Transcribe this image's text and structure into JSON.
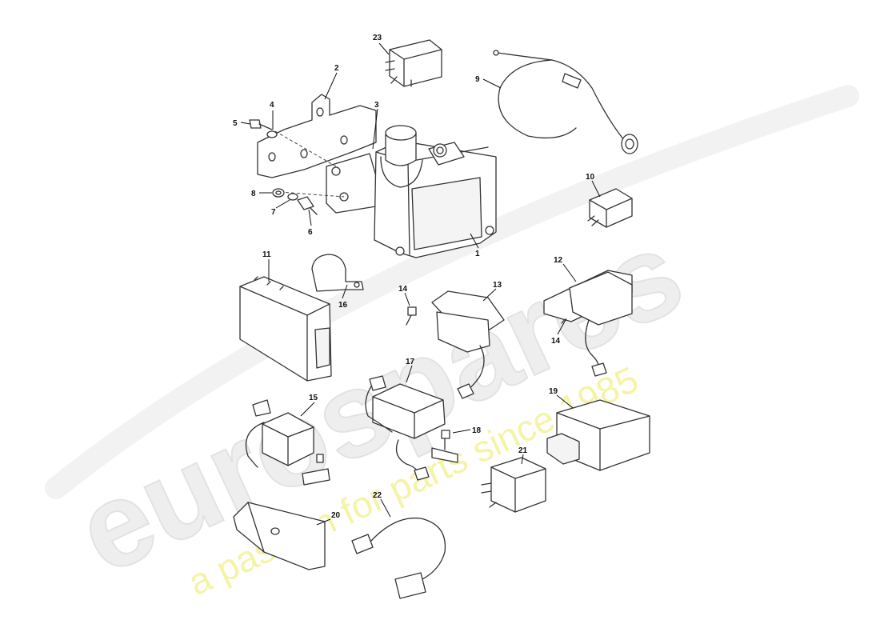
{
  "watermark": {
    "brand": "eurospares",
    "tagline": "a passion for parts since 1985"
  },
  "callouts": {
    "c1": "1",
    "c2": "2",
    "c3": "3",
    "c4": "4",
    "c5": "5",
    "c6": "6",
    "c7": "7",
    "c8": "8",
    "c9": "9",
    "c10": "10",
    "c11": "11",
    "c12": "12",
    "c13": "13",
    "c14a": "14",
    "c14b": "14",
    "c15": "15",
    "c16": "16",
    "c17": "17",
    "c18": "18",
    "c19": "19",
    "c20": "20",
    "c21": "21",
    "c22": "22",
    "c23": "23"
  }
}
